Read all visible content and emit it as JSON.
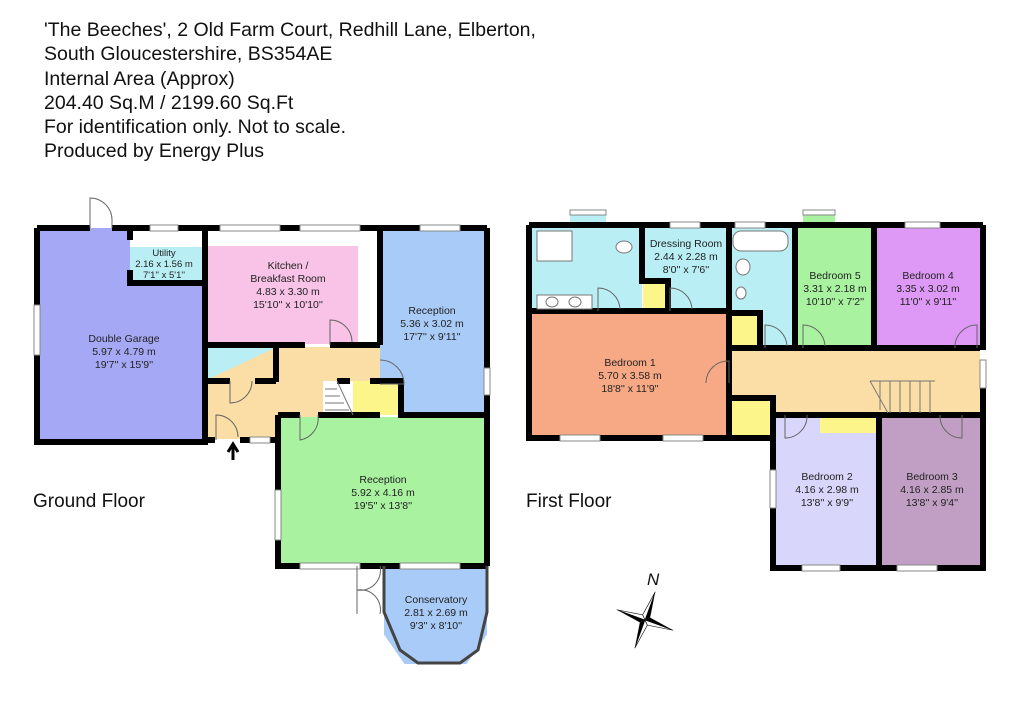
{
  "header": {
    "property_name": "'The Beeches'",
    "address_line1": ", 2 Old Farm Court, Redhill Lane, Elberton,",
    "address_line2": "South Gloucestershire, BS354AE",
    "area_label": "Internal Area (Approx)",
    "area_value": "204.40 Sq.M / 2199.60 Sq.Ft",
    "disclaimer": "For identification only. Not to scale.",
    "producer": "Produced by Energy Plus"
  },
  "floors": {
    "ground": {
      "label": "Ground Floor",
      "rooms": {
        "garage": {
          "name": "Double Garage",
          "metric": "5.97 x 4.79 m",
          "imperial": "19'7'' x 15'9''",
          "color": "#a5a8f5"
        },
        "utility": {
          "name": "Utility",
          "metric": "2.16 x 1.56 m",
          "imperial": "7'1'' x 5'1''",
          "color": "#b9eef5"
        },
        "kitchen": {
          "name_line1": "Kitchen /",
          "name_line2": "Breakfast Room",
          "metric": "4.83 x 3.30 m",
          "imperial": "15'10'' x 10'10''",
          "color": "#f8c3e6"
        },
        "reception1": {
          "name": "Reception",
          "metric": "5.36 x 3.02 m",
          "imperial": "17'7'' x 9'11''",
          "color": "#a9cbf7"
        },
        "reception2": {
          "name": "Reception",
          "metric": "5.92 x 4.16 m",
          "imperial": "19'5'' x 13'8''",
          "color": "#a9f2a0"
        },
        "conservatory": {
          "name": "Conservatory",
          "metric": "2.81 x 2.69 m",
          "imperial": "9'3'' x 8'10''",
          "color": "#a9cbf7"
        },
        "hall": {
          "color": "#fbdea6"
        },
        "wc": {
          "color": "#b9eef5"
        },
        "cupboard": {
          "color": "#fbf58a"
        }
      }
    },
    "first": {
      "label": "First Floor",
      "rooms": {
        "bedroom1": {
          "name": "Bedroom 1",
          "metric": "5.70 x 3.58 m",
          "imperial": "18'8'' x 11'9''",
          "color": "#f7a985"
        },
        "dressing": {
          "name": "Dressing Room",
          "metric": "2.44 x 2.28 m",
          "imperial": "8'0'' x 7'6''",
          "color": "#b9eef5"
        },
        "bedroom5": {
          "name": "Bedroom 5",
          "metric": "3.31 x 2.18 m",
          "imperial": "10'10'' x 7'2''",
          "color": "#a9f2a0"
        },
        "bedroom4": {
          "name": "Bedroom 4",
          "metric": "3.35 x 3.02 m",
          "imperial": "11'0'' x 9'11''",
          "color": "#de98f5"
        },
        "bedroom2": {
          "name": "Bedroom 2",
          "metric": "4.16 x 2.98 m",
          "imperial": "13'8'' x 9'9''",
          "color": "#d8d6fa"
        },
        "bedroom3": {
          "name": "Bedroom 3",
          "metric": "4.16 x 2.85 m",
          "imperial": "13'8'' x 9'4''",
          "color": "#c19fc4"
        },
        "ensuite": {
          "color": "#b9eef5"
        },
        "bathroom": {
          "color": "#b9eef5"
        },
        "landing": {
          "color": "#fbdea6"
        },
        "cupboard": {
          "color": "#fbf58a"
        }
      }
    }
  },
  "compass": {
    "label": "N",
    "icon": "compass-rose-icon"
  }
}
